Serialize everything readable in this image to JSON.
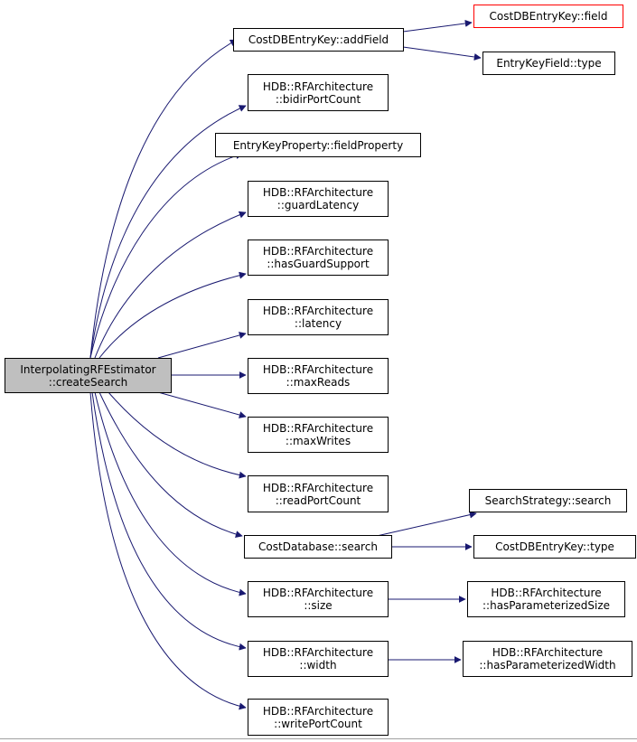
{
  "colors": {
    "edge": "#191970",
    "root_fill": "#bfbfbf",
    "node_border": "#000000",
    "external_border": "#ff0000"
  },
  "nodes": {
    "root": {
      "line1": "InterpolatingRFEstimator",
      "line2": "::createSearch"
    },
    "addField": {
      "line1": "CostDBEntryKey::addField"
    },
    "field": {
      "line1": "CostDBEntryKey::field"
    },
    "entryType": {
      "line1": "EntryKeyField::type"
    },
    "bidir": {
      "line1": "HDB::RFArchitecture",
      "line2": "::bidirPortCount"
    },
    "fieldProperty": {
      "line1": "EntryKeyProperty::fieldProperty"
    },
    "guardLatency": {
      "line1": "HDB::RFArchitecture",
      "line2": "::guardLatency"
    },
    "hasGuard": {
      "line1": "HDB::RFArchitecture",
      "line2": "::hasGuardSupport"
    },
    "latency": {
      "line1": "HDB::RFArchitecture",
      "line2": "::latency"
    },
    "maxReads": {
      "line1": "HDB::RFArchitecture",
      "line2": "::maxReads"
    },
    "maxWrites": {
      "line1": "HDB::RFArchitecture",
      "line2": "::maxWrites"
    },
    "readPort": {
      "line1": "HDB::RFArchitecture",
      "line2": "::readPortCount"
    },
    "dbSearch": {
      "line1": "CostDatabase::search"
    },
    "stratSearch": {
      "line1": "SearchStrategy::search"
    },
    "keyType": {
      "line1": "CostDBEntryKey::type"
    },
    "size": {
      "line1": "HDB::RFArchitecture",
      "line2": "::size"
    },
    "hasParamSize": {
      "line1": "HDB::RFArchitecture",
      "line2": "::hasParameterizedSize"
    },
    "width": {
      "line1": "HDB::RFArchitecture",
      "line2": "::width"
    },
    "hasParamWidth": {
      "line1": "HDB::RFArchitecture",
      "line2": "::hasParameterizedWidth"
    },
    "writePort": {
      "line1": "HDB::RFArchitecture",
      "line2": "::writePortCount"
    }
  }
}
